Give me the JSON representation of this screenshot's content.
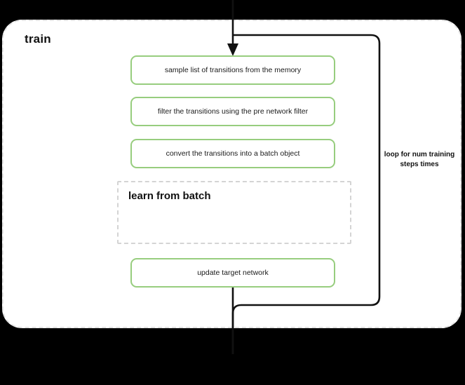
{
  "diagram": {
    "title": "train",
    "background_color": "#000000",
    "container": {
      "name": "train",
      "border_style": "dashed",
      "border_color": "#e3e3e3",
      "fill_color": "#ffffff"
    },
    "accent_color": "#97cd7e",
    "line_color": "#111111",
    "steps": [
      {
        "id": "sample",
        "label": "sample list of transitions from the memory"
      },
      {
        "id": "filter",
        "label": "filter the transitions using the pre network filter"
      },
      {
        "id": "convert",
        "label": "convert the transitions into a batch object"
      },
      {
        "id": "update",
        "label": "update target network"
      }
    ],
    "subblock": {
      "id": "learn-from-batch",
      "label": "learn from batch",
      "border_style": "dashed",
      "border_color": "#d4d4d4"
    },
    "loop": {
      "label": "loop for num training steps times",
      "line_color": "#111111"
    },
    "arrows": {
      "entry": "arrow-down-into-sample",
      "exit": "line-down-out-of-update"
    }
  }
}
